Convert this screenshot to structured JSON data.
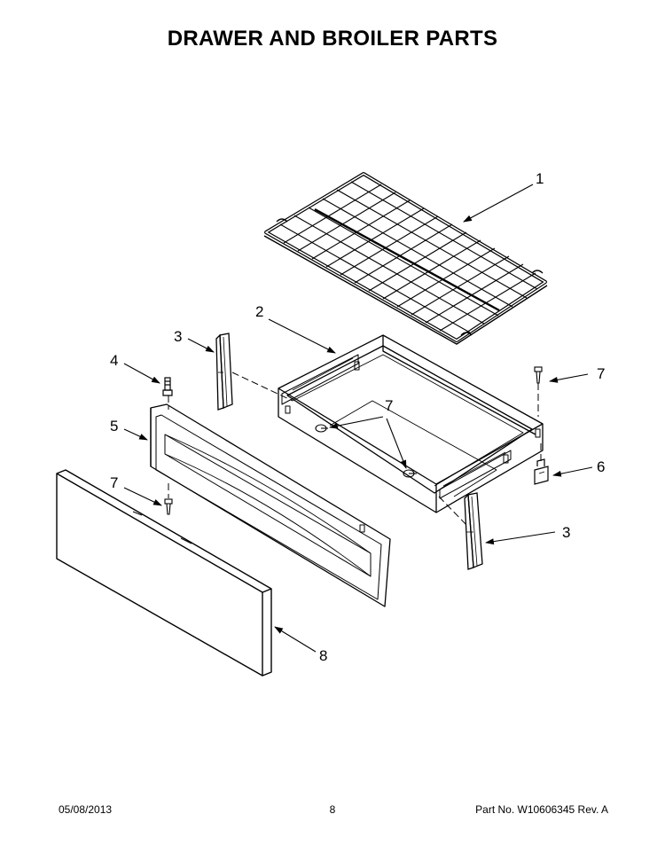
{
  "page": {
    "title": "DRAWER AND BROILER PARTS"
  },
  "callouts": {
    "rack": "1",
    "drawer": "2",
    "slide_left": "3",
    "slide_right": "3",
    "stud": "4",
    "drawer_front": "5",
    "bracket": "6",
    "screw_top_right": "7",
    "screws_center": "7",
    "screw_left": "7",
    "drawer_panel": "8"
  },
  "footer": {
    "date": "05/08/2013",
    "page_number": "8",
    "part_number": "Part No. W10606345  Rev. A"
  }
}
